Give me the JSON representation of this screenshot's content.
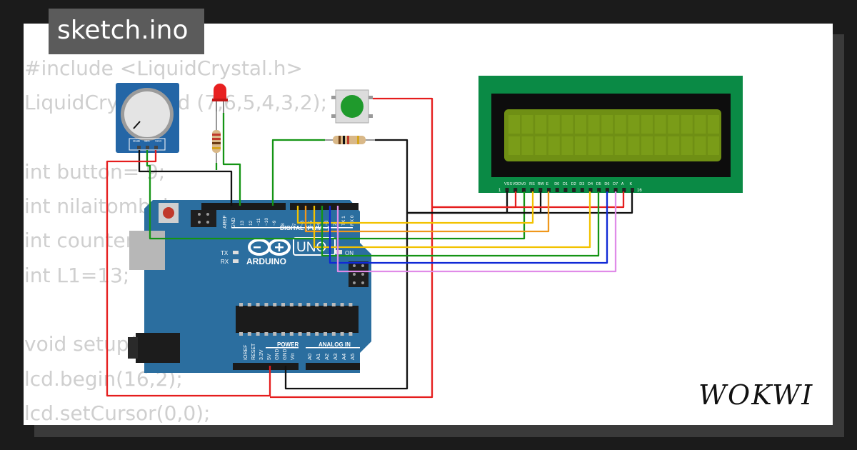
{
  "title": "sketch.ino",
  "code_lines": [
    "#include <LiquidCrystal.h>",
    "LiquidCrystal lcd (7,6,5,4,3,2);",
    "",
    "int button= 9;",
    "int nilaitombol;",
    "int counter;",
    "int L1=13;",
    "",
    "void setup(){",
    "lcd.begin(16,2);",
    "lcd.setCursor(0,0);"
  ],
  "logo_text": "WOKWI",
  "arduino": {
    "brand": "ARDUINO",
    "model": "UNO",
    "digital_label": "DIGITAL (PWM ~)",
    "power_label": "POWER",
    "analog_label": "ANALOG IN",
    "led_tx": "TX",
    "led_rx": "RX",
    "on_label": "ON",
    "aref": "AREF",
    "gnd": "GND",
    "digital_pins": [
      "13",
      "12",
      "~11",
      "~10",
      "~9",
      "8",
      "7",
      "~6",
      "~5",
      "4",
      "~3",
      "2",
      "TX 1",
      "RX 0"
    ],
    "power_pins": [
      "IOREF",
      "RESET",
      "3.3V",
      "5V",
      "GND",
      "GND",
      "Vin"
    ],
    "analog_pins": [
      "A0",
      "A1",
      "A2",
      "A3",
      "A4",
      "A5"
    ]
  },
  "potentiometer": {
    "pins": [
      "GND",
      "SIG",
      "VCC"
    ]
  },
  "lcd": {
    "pins": [
      "VSS",
      "VDD",
      "V0",
      "RS",
      "RW",
      "E",
      "D0",
      "D1",
      "D2",
      "D3",
      "D4",
      "D5",
      "D6",
      "D7",
      "A",
      "K"
    ],
    "pin_first": "1",
    "pin_last": "16"
  },
  "colors": {
    "board": "#2b6e9f",
    "lcd_pcb": "#0a8a45",
    "lcd_screen": "#6f8f14",
    "wire_red": "#e51d1d",
    "wire_black": "#111111",
    "wire_green": "#149414",
    "wire_yellow": "#f2c200",
    "wire_orange": "#f0971b",
    "wire_blue": "#1029d6",
    "wire_violet": "#e08be8",
    "button_green": "#1f9a2c",
    "led_red": "#e82020"
  }
}
